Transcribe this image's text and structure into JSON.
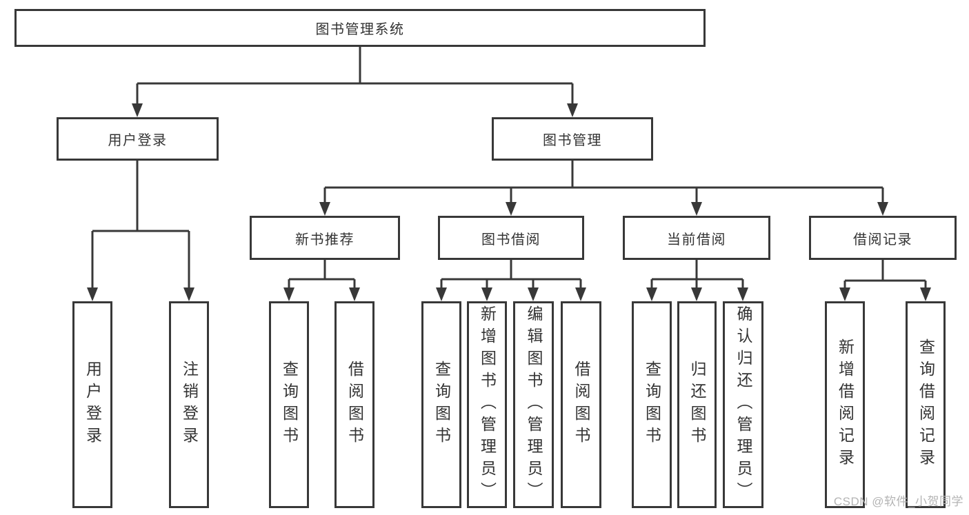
{
  "colors": {
    "line": "#383838",
    "box_border": "#383838",
    "text": "#333333",
    "watermark": "#b4b4b4",
    "background": "#ffffff"
  },
  "tree": {
    "root": {
      "label": "图书管理系统"
    },
    "branches": [
      {
        "label": "用户登录",
        "children": [
          {
            "label": "用户登录"
          },
          {
            "label": "注销登录"
          }
        ]
      },
      {
        "label": "图书管理",
        "children": [
          {
            "label": "新书推荐",
            "children": [
              {
                "label": "查询图书"
              },
              {
                "label": "借阅图书"
              }
            ]
          },
          {
            "label": "图书借阅",
            "children": [
              {
                "label": "查询图书"
              },
              {
                "label": "新增图书（管理员）"
              },
              {
                "label": "编辑图书（管理员）"
              },
              {
                "label": "借阅图书"
              }
            ]
          },
          {
            "label": "当前借阅",
            "children": [
              {
                "label": "查询图书"
              },
              {
                "label": "归还图书"
              },
              {
                "label": "确认归还（管理员）"
              }
            ]
          },
          {
            "label": "借阅记录",
            "children": [
              {
                "label": "新增借阅记录"
              },
              {
                "label": "查询借阅记录"
              }
            ]
          }
        ]
      }
    ]
  },
  "watermark": {
    "text": "CSDN @软件_小贺同学"
  }
}
